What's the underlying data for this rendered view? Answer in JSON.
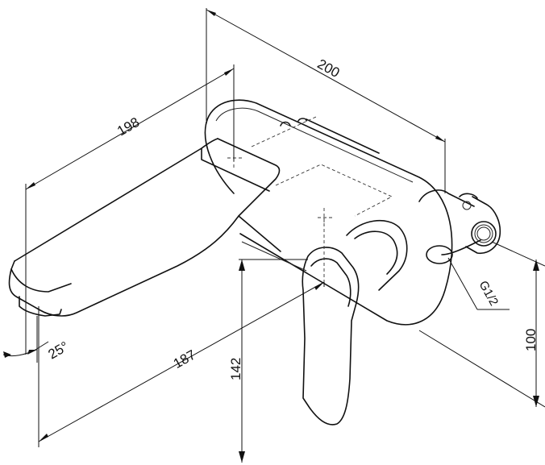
{
  "dimensions": {
    "body_length": "200",
    "spout_length": "198",
    "spout_reach": "187",
    "outlet_height": "142",
    "plate_height": "100",
    "spout_angle": "25°",
    "thread": "G1/2"
  }
}
